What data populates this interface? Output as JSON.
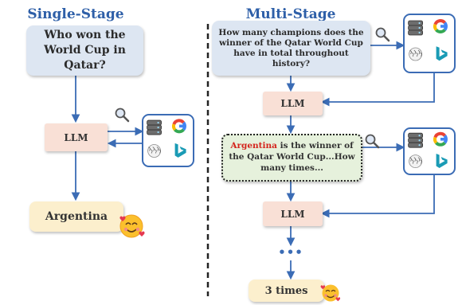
{
  "left": {
    "title": "Single-Stage",
    "question": "Who won the World Cup in Qatar?",
    "model_label": "LLM",
    "answer": "Argentina"
  },
  "right": {
    "title": "Multi-Stage",
    "question": "How many champions does the winner of the Qatar World Cup have in total throughout history?",
    "model_label_1": "LLM",
    "evidence_highlight": "Argentina",
    "evidence_rest": " is the winner of the Qatar World Cup...How many times...",
    "model_label_2": "LLM",
    "ellipsis": "•••",
    "answer": "3 times"
  },
  "colors": {
    "accent_blue": "#3b6cb5",
    "title_blue": "#2e5fa8",
    "question_bg": "#dde6f2",
    "llm_bg": "#f9e0d6",
    "answer_bg": "#fcefcd",
    "evidence_bg": "#e6f1dc",
    "highlight_red": "#d4241c"
  },
  "icons": [
    "database-icon",
    "google-icon",
    "wikipedia-icon",
    "bing-icon",
    "magnifier-icon",
    "smiling-face-with-hearts-icon"
  ]
}
